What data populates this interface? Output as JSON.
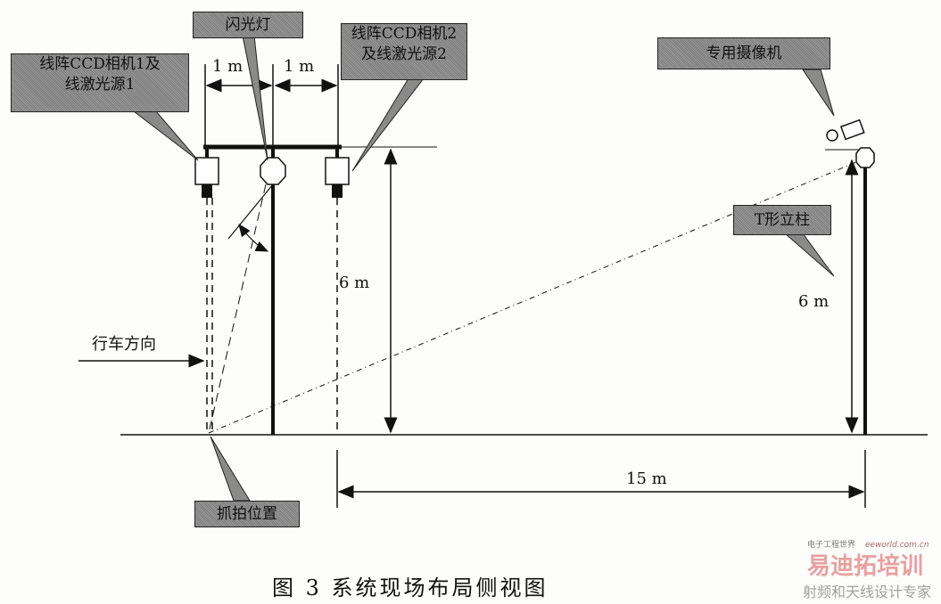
{
  "labels": {
    "camera1": "线阵CCD相机1及线激光源1",
    "camera1_line1": "线阵CCD相机1及",
    "camera1_line2": "线激光源1",
    "flash": "闪光灯",
    "camera2_line1": "线阵CCD相机2",
    "camera2_line2": "及线激光源2",
    "special_camera": "专用摄像机",
    "t_pole": "T形立柱",
    "capture_position": "抓拍位置",
    "direction": "行车方向"
  },
  "dimensions": {
    "spacing_left": "1 m",
    "spacing_right": "1 m",
    "height_left": "6 m",
    "height_right": "6 m",
    "distance": "15 m"
  },
  "caption": "图 3   系统现场布局侧视图",
  "watermark": {
    "brand": "易迪拓培训",
    "slogan": "射频和天线设计专家",
    "site_name": "电子工程世界",
    "site_url": "eeworld.com.cn"
  }
}
